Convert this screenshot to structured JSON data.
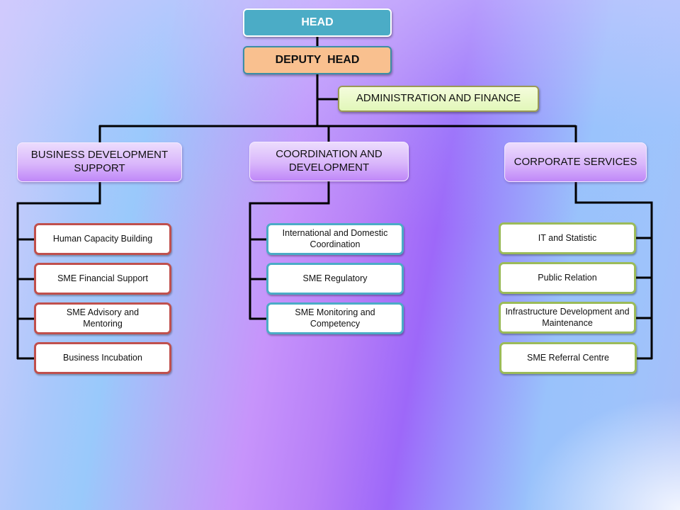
{
  "chart": {
    "head": {
      "label": "HEAD",
      "color": "#4bacc6"
    },
    "deputy": {
      "label": "DEPUTY  HEAD",
      "color": "#f9c08f"
    },
    "admin": {
      "label": "ADMINISTRATION AND FINANCE",
      "color": "#e2f7b9"
    },
    "departments": [
      {
        "label": "BUSINESS DEVELOPMENT SUPPORT",
        "accent": "#c0504d",
        "units": [
          {
            "label": "Human Capacity Building"
          },
          {
            "label": "SME Financial Support"
          },
          {
            "label": "SME Advisory and Mentoring"
          },
          {
            "label": "Business Incubation"
          }
        ]
      },
      {
        "label": "COORDINATION AND DEVELOPMENT",
        "accent": "#4bacc6",
        "units": [
          {
            "label": "International and Domestic Coordination"
          },
          {
            "label": "SME Regulatory"
          },
          {
            "label": "SME Monitoring and Competency"
          }
        ]
      },
      {
        "label": "CORPORATE SERVICES",
        "accent": "#9bbb59",
        "units": [
          {
            "label": "IT and Statistic"
          },
          {
            "label": "Public Relation"
          },
          {
            "label": "Infrastructure Development and Maintenance"
          },
          {
            "label": "SME Referral Centre"
          }
        ]
      }
    ]
  }
}
